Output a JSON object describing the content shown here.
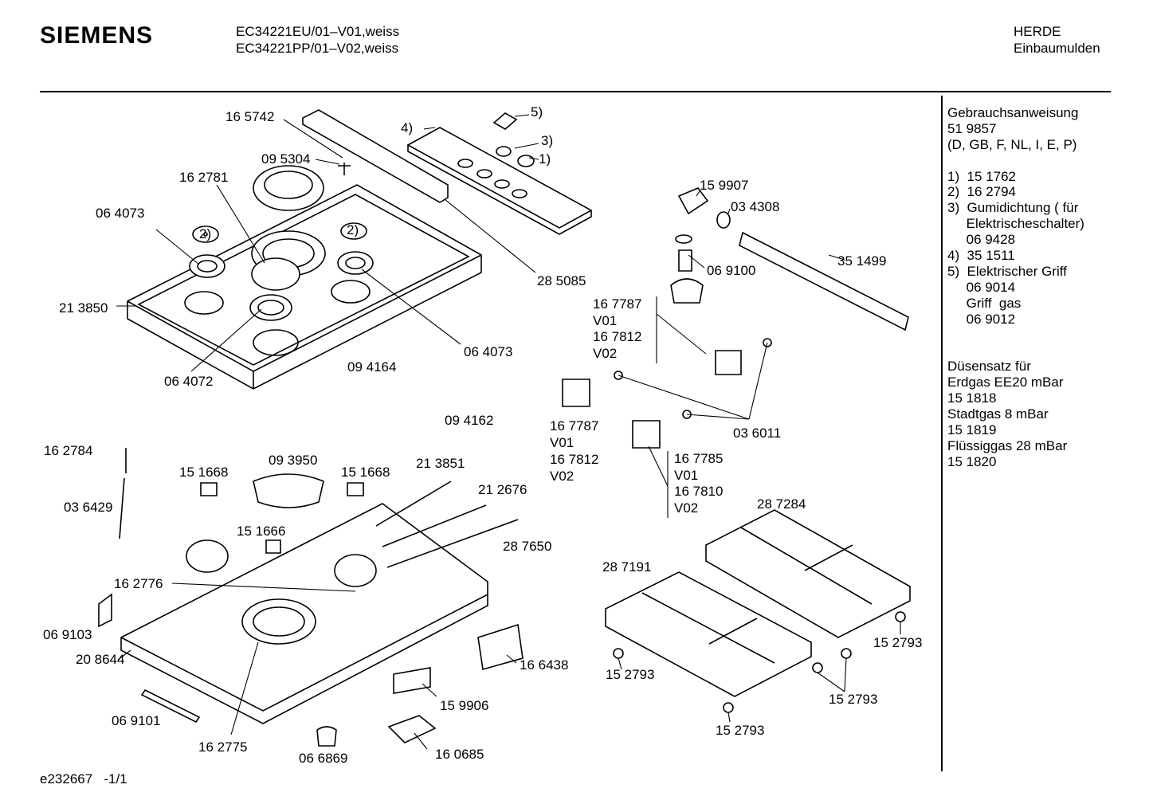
{
  "header": {
    "brand": "SIEMENS",
    "models": [
      "EC34221EU/01–V01,weiss",
      "EC34221PP/01–V02,weiss"
    ],
    "category": [
      "HERDE",
      "Einbaumulden"
    ]
  },
  "sidebar": {
    "lines": [
      "Gebrauchsanweisung",
      "51 9857",
      "(D, GB, F, NL, I, E, P)",
      "",
      "1)  15 1762",
      "2)  16 2794",
      "3)  Gumidichtung ( für",
      "     Elektrischeschalter)",
      "     06 9428",
      "4)  35 1511",
      "5)  Elektrischer Griff",
      "     06 9014",
      "     Griff  gas",
      "     06 9012",
      "",
      "",
      "Düsensatz für",
      "Erdgas EE20 mBar",
      "15 1818",
      "Stadtgas 8 mBar",
      "15 1819",
      "Flüssiggas 28 mBar",
      "15 1820"
    ]
  },
  "parts": {
    "p165742": "16 5742",
    "p095304": "09 5304",
    "p162781": "16 2781",
    "p064073a": "06 4073",
    "p213850": "21 3850",
    "p064072": "06 4072",
    "p064073b": "06 4073",
    "p094164": "09 4164",
    "p094162": "09 4162",
    "p285085": "28 5085",
    "n4": "4)",
    "n5": "5)",
    "n3": "3)",
    "n1": "1)",
    "n2a": "2)",
    "n2b": "2)",
    "p159907": "15 9907",
    "p034308": "03 4308",
    "p069100": "06 9100",
    "p351499": "35 1499",
    "p167787a": "16 7787",
    "v01a": "V01",
    "p167812a": "16 7812",
    "v02a": "V02",
    "p167787b": "16 7787",
    "v01b": "V01",
    "p167812b": "16 7812",
    "v02b": "V02",
    "p036011": "03 6011",
    "p167785": "16 7785",
    "v01c": "V01",
    "p167810": "16 7810",
    "v02c": "V02",
    "p162784": "16 2784",
    "p036429": "03 6429",
    "p151668a": "15 1668",
    "p093950": "09 3950",
    "p151668b": "15 1668",
    "p213851": "21 3851",
    "p212676": "21 2676",
    "p151666": "15 1666",
    "p287650": "28 7650",
    "p162776": "16 2776",
    "p069103": "06 9103",
    "p208644": "20 8644",
    "p069101": "06 9101",
    "p162775": "16 2775",
    "p066869": "06 6869",
    "p160685": "16 0685",
    "p159906": "15 9906",
    "p166438": "16 6438",
    "p287284": "28 7284",
    "p287191": "28 7191",
    "p152793a": "15 2793",
    "p152793b": "15 2793",
    "p152793c": "15 2793",
    "p152793d": "15 2793"
  },
  "footer": "e232667   -1/1"
}
